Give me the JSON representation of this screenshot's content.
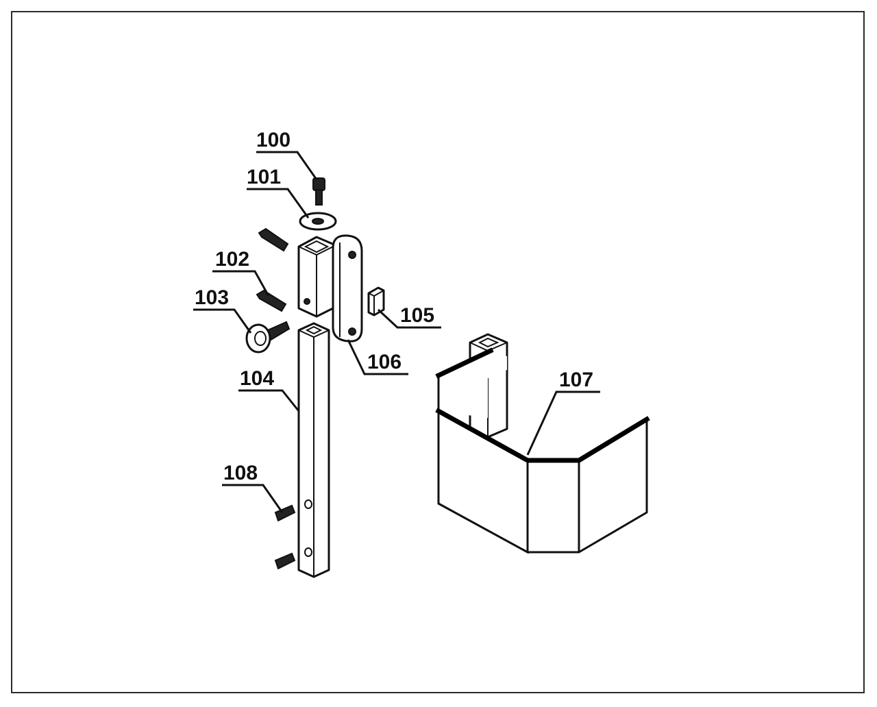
{
  "diagram": {
    "labels": [
      {
        "id": "100",
        "text": "100"
      },
      {
        "id": "101",
        "text": "101"
      },
      {
        "id": "102",
        "text": "102"
      },
      {
        "id": "103",
        "text": "103"
      },
      {
        "id": "104",
        "text": "104"
      },
      {
        "id": "105",
        "text": "105"
      },
      {
        "id": "106",
        "text": "106"
      },
      {
        "id": "107",
        "text": "107"
      },
      {
        "id": "108",
        "text": "108"
      }
    ]
  }
}
